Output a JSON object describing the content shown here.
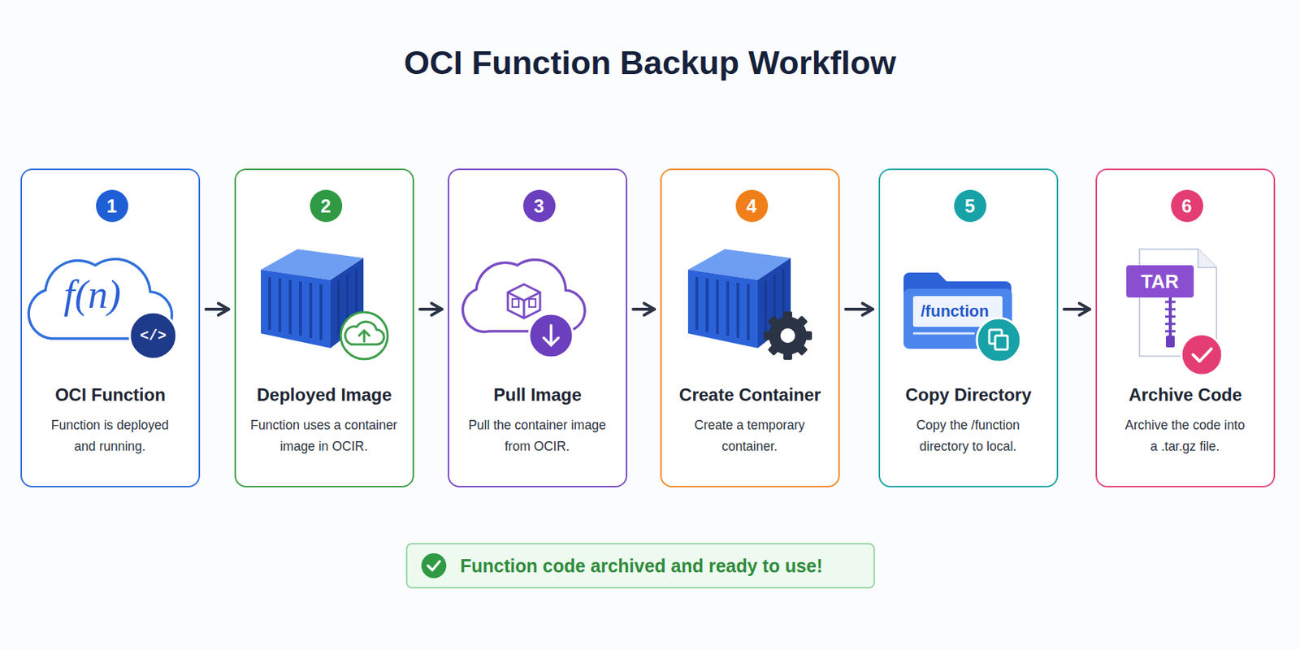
{
  "diagram": {
    "title": "OCI Function Backup Workflow",
    "nodes": [
      {
        "text": [
          "OCI Function",
          "Function is deployed and running."
        ]
      },
      {
        "text": [
          "1"
        ],
        "in": 0
      },
      {
        "text": [
          "Deployed Image",
          "Function uses a container image in OCIR."
        ]
      },
      {
        "text": [
          "2"
        ],
        "in": 2
      },
      {
        "text": [
          "Pull Image",
          "Pull the container image from OCIR."
        ]
      },
      {
        "text": [
          "3"
        ],
        "in": 4
      },
      {
        "text": [
          "Create Container",
          "Create a temporary container."
        ]
      },
      {
        "text": [
          "4"
        ],
        "in": 6
      },
      {
        "text": [
          "Copy Directory",
          "Copy the /function directory to local."
        ]
      },
      {
        "text": [
          "5"
        ],
        "in": 8
      },
      {
        "text": [
          "Archive Code",
          "Archive the code into a .tar.gz file."
        ]
      },
      {
        "text": [
          "6"
        ],
        "in": 10
      },
      {
        "text": [
          "Function code archived and ready to use!"
        ]
      }
    ],
    "edges": [
      {
        "from": 0,
        "to": 2,
        "arrow": "to"
      },
      {
        "from": 2,
        "to": 4,
        "arrow": "to"
      },
      {
        "from": 4,
        "to": 6,
        "arrow": "to"
      },
      {
        "from": 6,
        "to": 8,
        "arrow": "to"
      },
      {
        "from": 8,
        "to": 10,
        "arrow": "to"
      }
    ],
    "labels": [
      "f(n)",
      "</>",
      "/function",
      "TAR"
    ]
  }
}
